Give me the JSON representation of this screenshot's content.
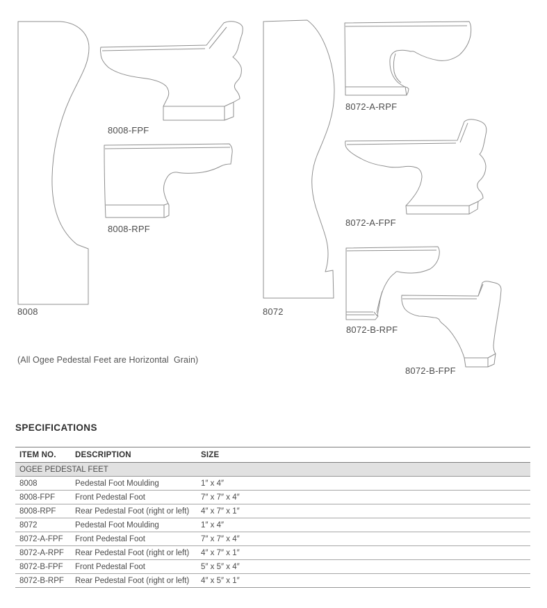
{
  "page": {
    "note": "(All Ogee Pedestal Feet are Horizontal  Grain)"
  },
  "drawings": {
    "p8008": {
      "label": "8008"
    },
    "p8008fpf": {
      "label": "8008-FPF"
    },
    "p8008rpf": {
      "label": "8008-RPF"
    },
    "p8072": {
      "label": "8072"
    },
    "a_rpf": {
      "label": "8072-A-RPF"
    },
    "a_fpf": {
      "label": "8072-A-FPF"
    },
    "b_rpf": {
      "label": "8072-B-RPF"
    },
    "b_fpf": {
      "label": "8072-B-FPF"
    }
  },
  "specifications": {
    "title": "SPECIFICATIONS",
    "columns": [
      "ITEM NO.",
      "DESCRIPTION",
      "SIZE"
    ],
    "section": "OGEE PEDESTAL FEET",
    "rows": [
      [
        "8008",
        "Pedestal Foot Moulding",
        "1″ x 4″"
      ],
      [
        "8008-FPF",
        "Front Pedestal Foot",
        "7″ x 7″ x 4″"
      ],
      [
        "8008-RPF",
        "Rear Pedestal Foot (right or left)",
        "4″ x 7″ x 1″"
      ],
      [
        "8072",
        "Pedestal Foot Moulding",
        "1″ x 4″"
      ],
      [
        "8072-A-FPF",
        "Front Pedestal Foot",
        "7″ x 7″ x 4″"
      ],
      [
        "8072-A-RPF",
        "Rear Pedestal Foot (right or left)",
        "4″ x 7″ x 1″"
      ],
      [
        "8072-B-FPF",
        "Front Pedestal Foot",
        "5″ x 5″ x 4″"
      ],
      [
        "8072-B-RPF",
        "Rear Pedestal Foot (right or left)",
        "4″ x 5″ x 1″"
      ]
    ]
  },
  "colors": {
    "line": "#8f8f8f",
    "section_band": "#e1e1e1",
    "text": "#4a4a4a"
  }
}
